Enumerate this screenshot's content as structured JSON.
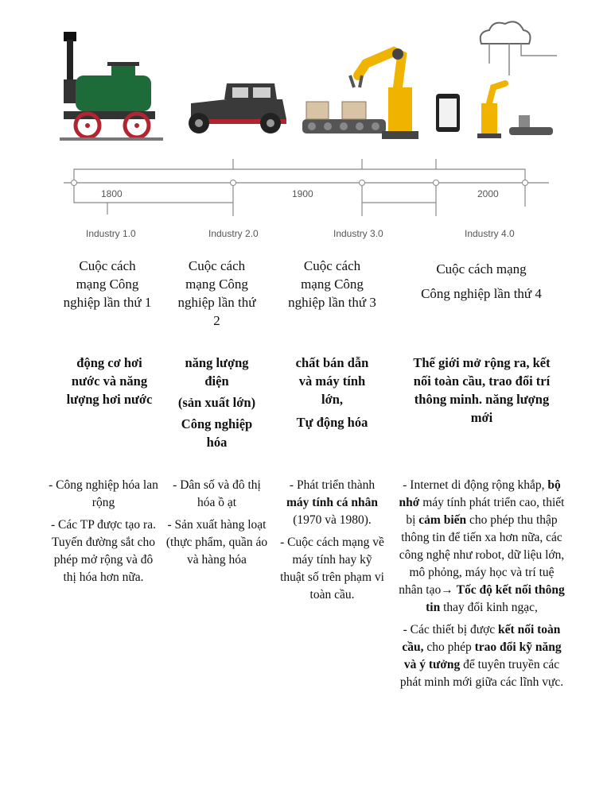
{
  "timeline": {
    "years": [
      "1800",
      "1900",
      "2000"
    ],
    "stages": [
      "Industry 1.0",
      "Industry 2.0",
      "Industry 3.0",
      "Industry 4.0"
    ]
  },
  "columns": [
    {
      "title": [
        "Cuộc cách",
        "mạng Công",
        "nghiệp lần thứ 1"
      ],
      "key": [
        "động cơ hơi",
        "nước và năng",
        "lượng hơi nước"
      ],
      "desc": [
        [
          {
            "t": "- Công nghiệp hóa lan rộng"
          }
        ],
        [
          {
            "t": "- Các TP được tạo ra. Tuyến đường sắt cho phép mở rộng và đô thị hóa hơn nữa."
          }
        ]
      ]
    },
    {
      "title": [
        "Cuộc cách",
        "mạng Công",
        "nghiệp lần thứ",
        "2"
      ],
      "key": [
        "năng lượng",
        "điện",
        "(sản xuất lớn)",
        "Công nghiệp",
        "hóa"
      ],
      "desc": [
        [
          {
            "t": "- Dân số và đô thị hóa ồ ạt"
          }
        ],
        [
          {
            "t": "- Sản xuất hàng loạt (thực phẩm, quần áo và hàng hóa"
          }
        ]
      ]
    },
    {
      "title": [
        "Cuộc cách",
        "mạng Công",
        "nghiệp lần thứ 3"
      ],
      "key": [
        "chất bán dẫn",
        "và máy tính",
        "lớn,",
        "Tự động hóa"
      ],
      "desc": [
        [
          {
            "t": "- Phát triển thành "
          },
          {
            "t": "máy tính cá nhân",
            "b": true
          },
          {
            "t": " (1970 và 1980)."
          }
        ],
        [
          {
            "t": "- Cuộc cách mạng về máy tính hay kỹ thuật số  trên phạm vi toàn cầu."
          }
        ]
      ]
    },
    {
      "title": [
        "Cuộc cách mạng",
        "Công nghiệp lần thứ 4"
      ],
      "key": [
        "Thế giới mở rộng ra, kết",
        "nối toàn cầu, trao đổi trí",
        "thông minh. năng lượng",
        "mới"
      ],
      "desc": [
        [
          {
            "t": "- Internet di động rộng khắp, "
          },
          {
            "t": "bộ nhớ",
            "b": true
          },
          {
            "t": " máy tính phát triển cao, thiết bị "
          },
          {
            "t": "cảm biến",
            "b": true
          },
          {
            "t": " cho phép thu thập thông tin để tiến xa hơn nữa,  các công nghệ như robot, dữ liệu lớn, mô phỏng, máy học và trí tuệ nhân tạo→ "
          },
          {
            "t": "Tốc độ kết nối thông tin",
            "b": true
          },
          {
            "t": " thay đổi kinh ngạc,"
          }
        ],
        [
          {
            "t": "- Các thiết bị được "
          },
          {
            "t": "kết nối toàn cầu,",
            "b": true
          },
          {
            "t": " cho phép "
          },
          {
            "t": "trao đổi kỹ năng và ý tưởng",
            "b": true
          },
          {
            "t": " để tuyên truyền các phát minh mới giữa các lĩnh vực."
          }
        ]
      ]
    }
  ],
  "colors": {
    "steam_engine": "#1e6b3a",
    "wheels": "#b22430",
    "car_body": "#3a3a3a",
    "robot": "#f0b400",
    "boxes": "#d8c3a5"
  }
}
